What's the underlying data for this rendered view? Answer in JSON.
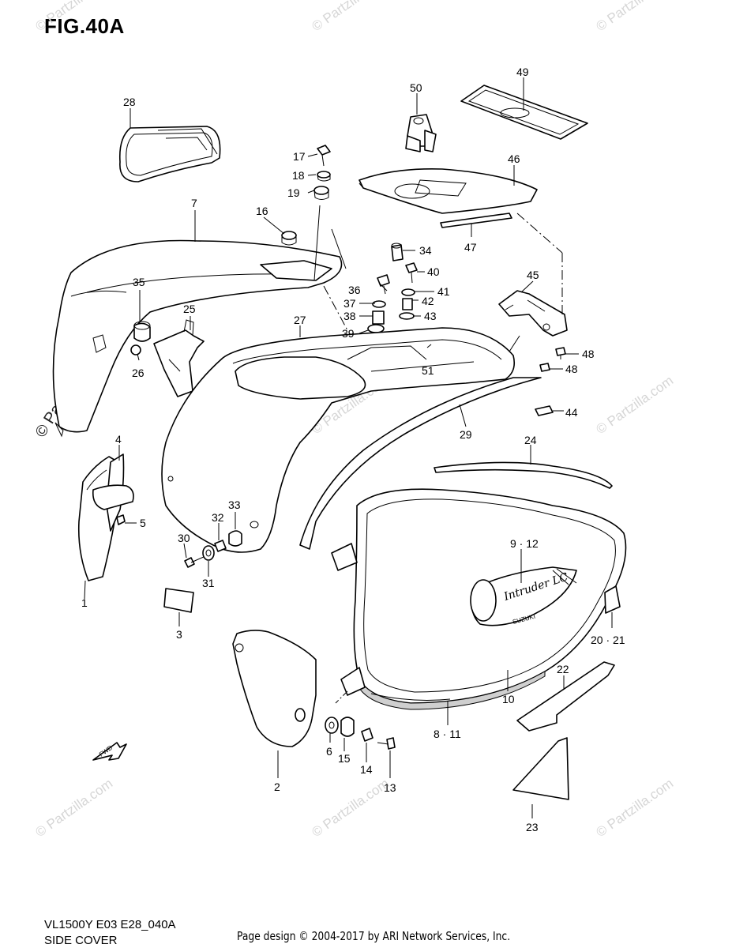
{
  "figure": {
    "title": "FIG.40A",
    "model_code": "VL1500Y E03 E28_040A",
    "section_name": "SIDE COVER",
    "credit": "Page design © 2004-2017 by ARI Network Services, Inc."
  },
  "watermark": {
    "text": "© Partzilla.com"
  },
  "fwd_arrow": {
    "label": "FWD"
  },
  "emblem_text": {
    "script": "Intruder LC",
    "brand": "SUZUKI"
  },
  "callouts": [
    {
      "id": "c28",
      "label": "28"
    },
    {
      "id": "c50",
      "label": "50"
    },
    {
      "id": "c49",
      "label": "49"
    },
    {
      "id": "c17",
      "label": "17"
    },
    {
      "id": "c18",
      "label": "18"
    },
    {
      "id": "c19",
      "label": "19"
    },
    {
      "id": "c46",
      "label": "46"
    },
    {
      "id": "c7",
      "label": "7"
    },
    {
      "id": "c16",
      "label": "16"
    },
    {
      "id": "c47",
      "label": "47"
    },
    {
      "id": "c34",
      "label": "34"
    },
    {
      "id": "c40",
      "label": "40"
    },
    {
      "id": "c35",
      "label": "35"
    },
    {
      "id": "c36",
      "label": "36"
    },
    {
      "id": "c41",
      "label": "41"
    },
    {
      "id": "c45",
      "label": "45"
    },
    {
      "id": "c37",
      "label": "37"
    },
    {
      "id": "c42",
      "label": "42"
    },
    {
      "id": "c25",
      "label": "25"
    },
    {
      "id": "c38",
      "label": "38"
    },
    {
      "id": "c43",
      "label": "43"
    },
    {
      "id": "c27",
      "label": "27"
    },
    {
      "id": "c39",
      "label": "39"
    },
    {
      "id": "c48a",
      "label": "48"
    },
    {
      "id": "c26",
      "label": "26"
    },
    {
      "id": "c51",
      "label": "51"
    },
    {
      "id": "c48b",
      "label": "48"
    },
    {
      "id": "c44",
      "label": "44"
    },
    {
      "id": "c29",
      "label": "29"
    },
    {
      "id": "c4",
      "label": "4"
    },
    {
      "id": "c24",
      "label": "24"
    },
    {
      "id": "c5",
      "label": "5"
    },
    {
      "id": "c33",
      "label": "33"
    },
    {
      "id": "c32",
      "label": "32"
    },
    {
      "id": "c9",
      "label": "9 · 12"
    },
    {
      "id": "c30",
      "label": "30"
    },
    {
      "id": "c31",
      "label": "31"
    },
    {
      "id": "c1",
      "label": "1"
    },
    {
      "id": "c3",
      "label": "3"
    },
    {
      "id": "c20",
      "label": "20 · 21"
    },
    {
      "id": "c22",
      "label": "22"
    },
    {
      "id": "c10",
      "label": "10"
    },
    {
      "id": "c8",
      "label": "8 · 11"
    },
    {
      "id": "c6",
      "label": "6"
    },
    {
      "id": "c15",
      "label": "15"
    },
    {
      "id": "c14",
      "label": "14"
    },
    {
      "id": "c13",
      "label": "13"
    },
    {
      "id": "c2",
      "label": "2"
    },
    {
      "id": "c23",
      "label": "23"
    }
  ]
}
